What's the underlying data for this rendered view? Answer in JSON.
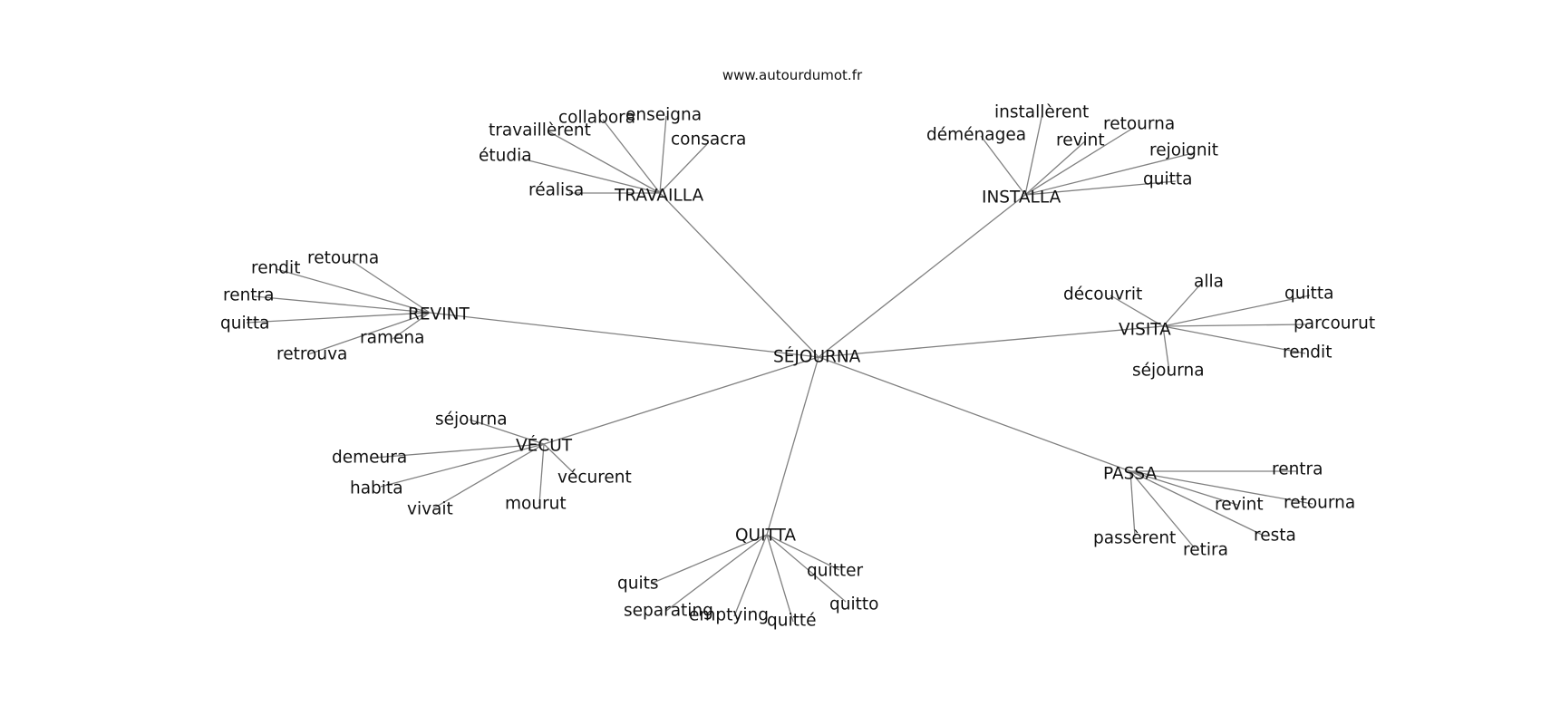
{
  "watermark": "www.autourdumot.fr",
  "center": "SÉJOURNA",
  "hubs": [
    {
      "label": "TRAVAILLA",
      "leaves": [
        "enseigna",
        "collabora",
        "travaillèrent",
        "consacra",
        "étudia",
        "réalisa"
      ]
    },
    {
      "label": "INSTALLA",
      "leaves": [
        "installèrent",
        "déménagea",
        "retourna",
        "revint",
        "rejoignit",
        "quitta"
      ]
    },
    {
      "label": "REVINT",
      "leaves": [
        "retourna",
        "rendit",
        "rentra",
        "quitta",
        "ramena",
        "retrouva"
      ]
    },
    {
      "label": "VISITA",
      "leaves": [
        "alla",
        "découvrit",
        "quitta",
        "parcourut",
        "rendit",
        "séjourna"
      ]
    },
    {
      "label": "VÉCUT",
      "leaves": [
        "séjourna",
        "demeura",
        "habita",
        "vécurent",
        "vivait",
        "mourut"
      ]
    },
    {
      "label": "PASSA",
      "leaves": [
        "rentra",
        "revint",
        "retourna",
        "resta",
        "passèrent",
        "retira"
      ]
    },
    {
      "label": "QUITTA",
      "leaves": [
        "quits",
        "quitter",
        "quitto",
        "separating",
        "emptying",
        "quitté"
      ]
    }
  ]
}
